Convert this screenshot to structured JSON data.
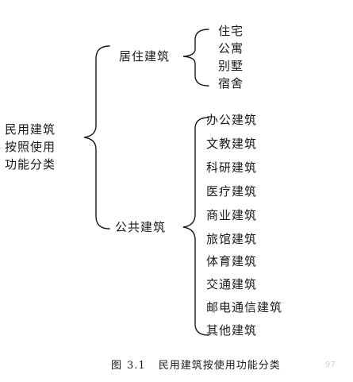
{
  "root": {
    "lines": [
      "民用建筑",
      "按照使用",
      "功能分类"
    ]
  },
  "branches": [
    {
      "label": "居住建筑",
      "items": [
        "住宅",
        "公寓",
        "别墅",
        "宿舍"
      ]
    },
    {
      "label": "公共建筑",
      "items": [
        "办公建筑",
        "文教建筑",
        "科研建筑",
        "医疗建筑",
        "商业建筑",
        "旅馆建筑",
        "体育建筑",
        "交通建筑",
        "邮电通信建筑",
        "其他建筑"
      ]
    }
  ],
  "caption": {
    "figure": "图",
    "number": "3.1",
    "text": "民用建筑按使用功能分类"
  },
  "watermark": "97"
}
